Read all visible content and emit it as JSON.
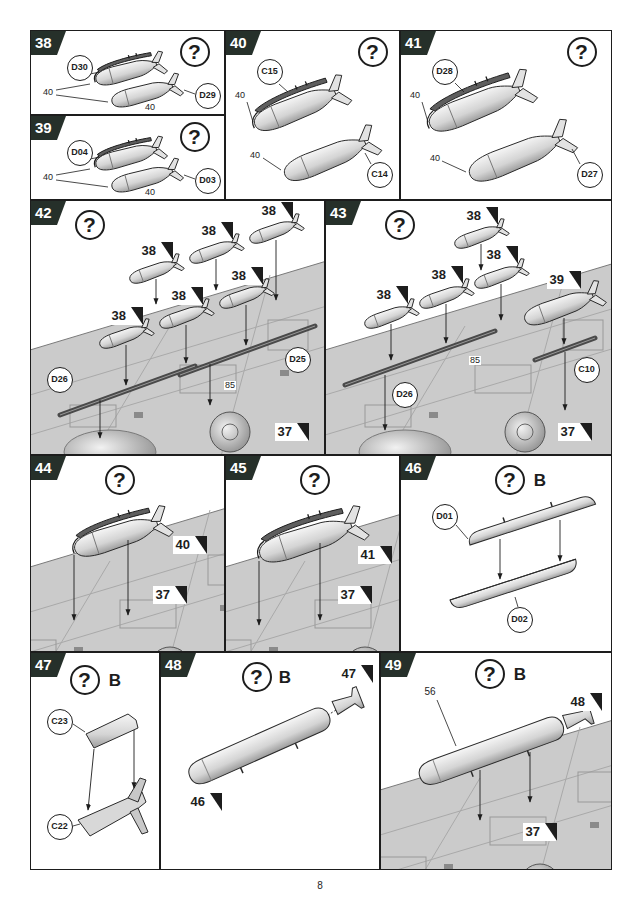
{
  "diagram": {
    "nodes": [
      {
        "text": [
          "38"
        ]
      },
      {
        "text": [
          "?"
        ],
        "in": 0
      },
      {
        "text": [
          "D30"
        ],
        "in": 0
      },
      {
        "text": [
          "D29"
        ],
        "in": 0
      },
      {
        "text": [
          "39"
        ]
      },
      {
        "text": [
          "?"
        ],
        "in": 4
      },
      {
        "text": [
          "D04"
        ],
        "in": 4
      },
      {
        "text": [
          "D03"
        ],
        "in": 4
      },
      {
        "text": [
          "40"
        ]
      },
      {
        "text": [
          "?"
        ],
        "in": 8
      },
      {
        "text": [
          "C15"
        ],
        "in": 8
      },
      {
        "text": [
          "C14"
        ],
        "in": 8
      },
      {
        "text": [
          "41"
        ]
      },
      {
        "text": [
          "?"
        ],
        "in": 12
      },
      {
        "text": [
          "D28"
        ],
        "in": 12
      },
      {
        "text": [
          "D27"
        ],
        "in": 12
      },
      {
        "text": [
          "42"
        ]
      },
      {
        "text": [
          "?"
        ],
        "in": 16
      },
      {
        "text": [
          "38"
        ],
        "in": 16
      },
      {
        "text": [
          "38"
        ],
        "in": 16
      },
      {
        "text": [
          "38"
        ],
        "in": 16
      },
      {
        "text": [
          "38"
        ],
        "in": 16
      },
      {
        "text": [
          "38"
        ],
        "in": 16
      },
      {
        "text": [
          "38"
        ],
        "in": 16
      },
      {
        "text": [
          "D25"
        ],
        "in": 16
      },
      {
        "text": [
          "D26"
        ],
        "in": 16
      },
      {
        "text": [
          "37"
        ],
        "in": 16
      },
      {
        "text": [
          "43"
        ]
      },
      {
        "text": [
          "?"
        ],
        "in": 27
      },
      {
        "text": [
          "38"
        ],
        "in": 27
      },
      {
        "text": [
          "38"
        ],
        "in": 27
      },
      {
        "text": [
          "38"
        ],
        "in": 27
      },
      {
        "text": [
          "38"
        ],
        "in": 27
      },
      {
        "text": [
          "39"
        ],
        "in": 27
      },
      {
        "text": [
          "D26"
        ],
        "in": 27
      },
      {
        "text": [
          "C10"
        ],
        "in": 27
      },
      {
        "text": [
          "37"
        ],
        "in": 27
      },
      {
        "text": [
          "44"
        ]
      },
      {
        "text": [
          "?"
        ],
        "in": 37
      },
      {
        "text": [
          "40"
        ],
        "in": 37
      },
      {
        "text": [
          "37"
        ],
        "in": 37
      },
      {
        "text": [
          "45"
        ]
      },
      {
        "text": [
          "?"
        ],
        "in": 41
      },
      {
        "text": [
          "41"
        ],
        "in": 41
      },
      {
        "text": [
          "37"
        ],
        "in": 41
      },
      {
        "text": [
          "46"
        ]
      },
      {
        "text": [
          "?"
        ],
        "in": 45
      },
      {
        "text": [
          "D01"
        ],
        "in": 45
      },
      {
        "text": [
          "D02"
        ],
        "in": 45
      },
      {
        "text": [
          "47"
        ]
      },
      {
        "text": [
          "?"
        ],
        "in": 49
      },
      {
        "text": [
          "C23"
        ],
        "in": 49
      },
      {
        "text": [
          "C22"
        ],
        "in": 49
      },
      {
        "text": [
          "48"
        ]
      },
      {
        "text": [
          "?"
        ],
        "in": 53
      },
      {
        "text": [
          "47"
        ],
        "in": 53
      },
      {
        "text": [
          "46"
        ],
        "in": 53
      },
      {
        "text": [
          "49"
        ]
      },
      {
        "text": [
          "?"
        ],
        "in": 57
      },
      {
        "text": [
          "48"
        ],
        "in": 57
      },
      {
        "text": [
          "37"
        ],
        "in": 57
      }
    ],
    "labels": [
      "40",
      "40",
      "40",
      "40",
      "40",
      "40",
      "40",
      "40",
      "85",
      "85",
      "B",
      "B",
      "B",
      "56",
      "B",
      "8"
    ]
  }
}
